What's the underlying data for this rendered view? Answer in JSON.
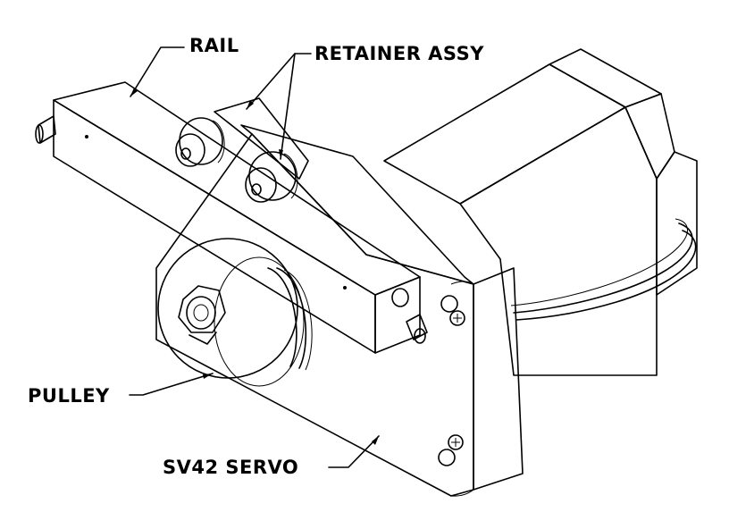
{
  "labels": {
    "rail": "RAIL",
    "retainer_assy": "RETAINER ASSY",
    "pulley": "PULLEY",
    "servo": "SV42 SERVO"
  },
  "colors": {
    "ink": "#000000",
    "background": "#ffffff",
    "face_shade": "#f2f2f2",
    "stack_dark": "#1a1a1a"
  }
}
